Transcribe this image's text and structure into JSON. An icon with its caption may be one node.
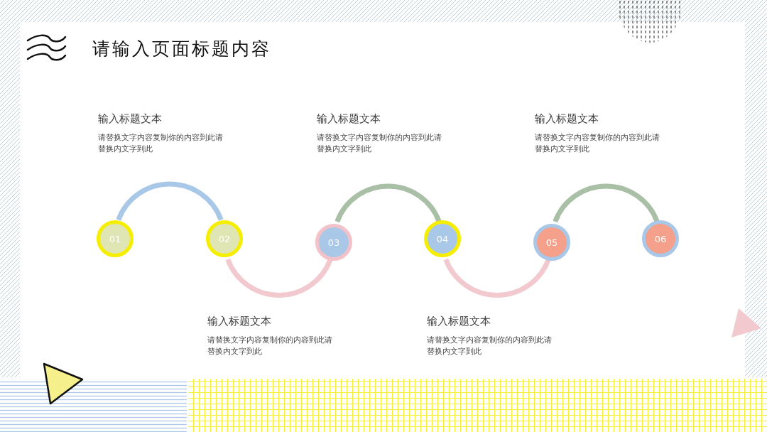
{
  "diagram": {
    "title": "请输入页面标题内容",
    "nodes": [
      {
        "text": [
          "01"
        ]
      },
      {
        "text": [
          "02"
        ]
      },
      {
        "text": [
          "03"
        ]
      },
      {
        "text": [
          "04"
        ]
      },
      {
        "text": [
          "05"
        ]
      },
      {
        "text": [
          "06"
        ]
      }
    ],
    "edges": [
      {
        "from": 0,
        "to": 1,
        "arrow": "none",
        "color": "#a9c8e8"
      },
      {
        "from": 1,
        "to": 2,
        "arrow": "none",
        "color": "#f2c9cf"
      },
      {
        "from": 2,
        "to": 3,
        "arrow": "none",
        "color": "#a9bfa6"
      },
      {
        "from": 3,
        "to": 4,
        "arrow": "none",
        "color": "#f2c9cf"
      },
      {
        "from": 4,
        "to": 5,
        "arrow": "none",
        "color": "#a9bfa6"
      }
    ],
    "labels": [
      "输入标题文本",
      "请替换文字内容复制你的内容到此请替换内文字到此",
      "输入标题文本",
      "请替换文字内容复制你的内容到此请替换内文字到此",
      "输入标题文本",
      "请替换文字内容复制你的内容到此请替换内文字到此",
      "输入标题文本",
      "请替换文字内容复制你的内容到此请替换内文字到此",
      "输入标题文本",
      "请替换文字内容复制你的内容到此请替换内文字到此"
    ]
  }
}
